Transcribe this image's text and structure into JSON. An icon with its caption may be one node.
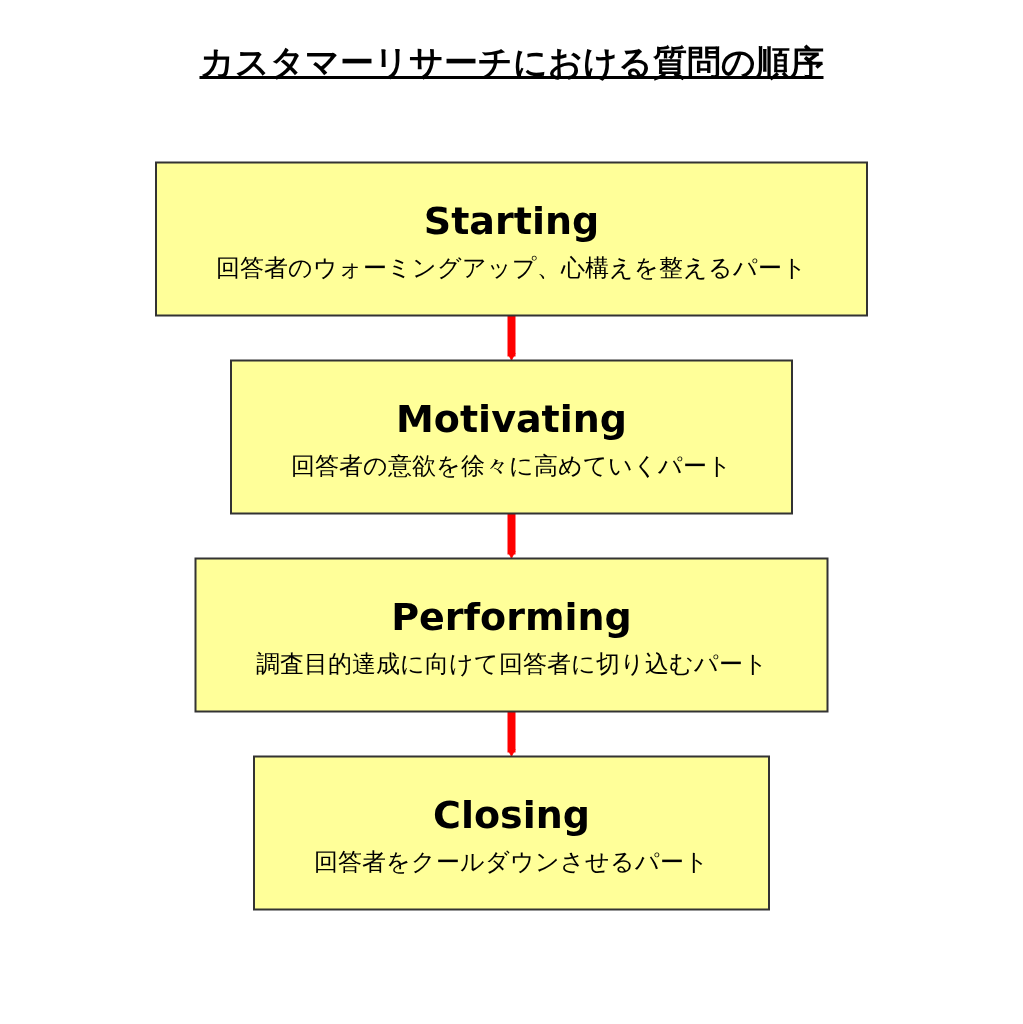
{
  "diagram": {
    "title": "カスタマーリサーチにおける質問の順序",
    "nodes": [
      {
        "text": [
          "Starting",
          "回答者のウォーミングアップ、心構えを整えるパート"
        ]
      },
      {
        "text": [
          "Motivating",
          "回答者の意欲を徐々に高めていくパート"
        ]
      },
      {
        "text": [
          "Performing",
          "調査目的達成に向けて回答者に切り込むパート"
        ]
      },
      {
        "text": [
          "Closing",
          "回答者をクールダウンさせるパート"
        ]
      }
    ],
    "edges": [
      {
        "from": 0,
        "to": 1,
        "arrow": "to"
      },
      {
        "from": 1,
        "to": 2,
        "arrow": "to"
      },
      {
        "from": 2,
        "to": 3,
        "arrow": "to"
      }
    ]
  }
}
